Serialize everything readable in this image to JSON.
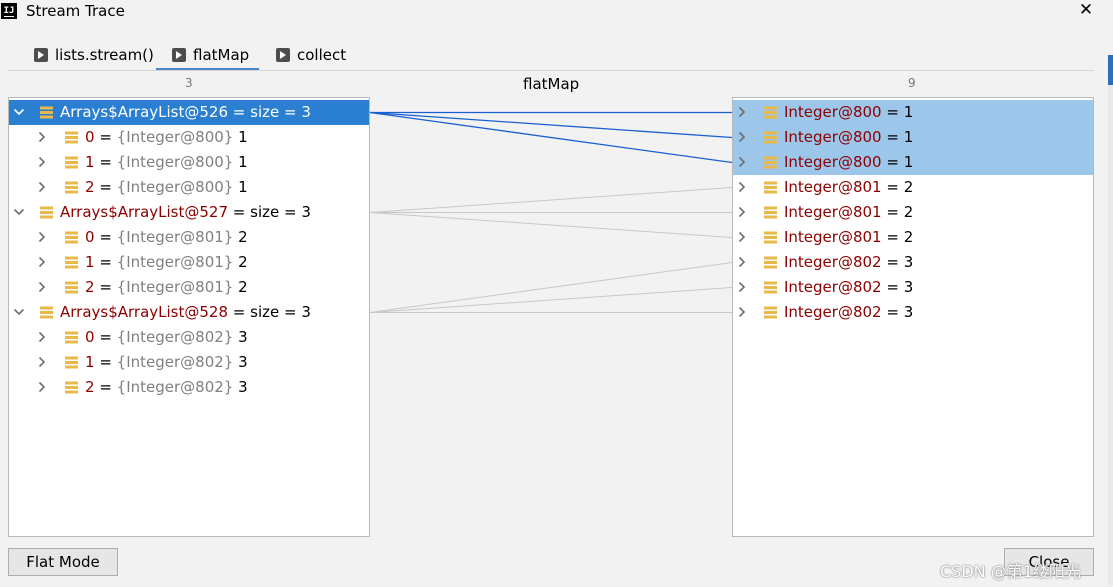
{
  "window": {
    "title": "Stream Trace",
    "app_icon_text": "IJ"
  },
  "tabs": [
    {
      "label": "lists.stream()",
      "active": false
    },
    {
      "label": "flatMap",
      "active": true
    },
    {
      "label": "collect",
      "active": false
    }
  ],
  "headers": {
    "left_count": "3",
    "operation": "flatMap",
    "right_count": "9"
  },
  "left_tree": [
    {
      "object": "Arrays$ArrayList@526",
      "eq": " = ",
      "value": " size = 3",
      "expanded": true,
      "selected": true,
      "children": [
        {
          "idx": "0",
          "ref": "{Integer@800}",
          "value": "1"
        },
        {
          "idx": "1",
          "ref": "{Integer@800}",
          "value": "1"
        },
        {
          "idx": "2",
          "ref": "{Integer@800}",
          "value": "1"
        }
      ]
    },
    {
      "object": "Arrays$ArrayList@527",
      "eq": " = ",
      "value": " size = 3",
      "expanded": true,
      "selected": false,
      "children": [
        {
          "idx": "0",
          "ref": "{Integer@801}",
          "value": "2"
        },
        {
          "idx": "1",
          "ref": "{Integer@801}",
          "value": "2"
        },
        {
          "idx": "2",
          "ref": "{Integer@801}",
          "value": "2"
        }
      ]
    },
    {
      "object": "Arrays$ArrayList@528",
      "eq": " = ",
      "value": " size = 3",
      "expanded": true,
      "selected": false,
      "children": [
        {
          "idx": "0",
          "ref": "{Integer@802}",
          "value": "3"
        },
        {
          "idx": "1",
          "ref": "{Integer@802}",
          "value": "3"
        },
        {
          "idx": "2",
          "ref": "{Integer@802}",
          "value": "3"
        }
      ]
    }
  ],
  "right_list": [
    {
      "object": "Integer@800",
      "eq": " = ",
      "value": "1",
      "selected": true
    },
    {
      "object": "Integer@800",
      "eq": " = ",
      "value": "1",
      "selected": true
    },
    {
      "object": "Integer@800",
      "eq": " = ",
      "value": "1",
      "selected": true
    },
    {
      "object": "Integer@801",
      "eq": " = ",
      "value": "2",
      "selected": false
    },
    {
      "object": "Integer@801",
      "eq": " = ",
      "value": "2",
      "selected": false
    },
    {
      "object": "Integer@801",
      "eq": " = ",
      "value": "2",
      "selected": false
    },
    {
      "object": "Integer@802",
      "eq": " = ",
      "value": "3",
      "selected": false
    },
    {
      "object": "Integer@802",
      "eq": " = ",
      "value": "3",
      "selected": false
    },
    {
      "object": "Integer@802",
      "eq": " = ",
      "value": "3",
      "selected": false
    }
  ],
  "buttons": {
    "flat_mode": "Flat Mode",
    "close": "Close"
  },
  "watermark": "CSDN @第1缕阳光",
  "colors": {
    "selection_strong": "#2a7fd0",
    "selection_light": "#9cc6ea",
    "link_selected": "#1a5fd0",
    "link_normal": "#c8c8c8",
    "object_text": "#8b0000",
    "list_icon": "#e8b84a"
  }
}
